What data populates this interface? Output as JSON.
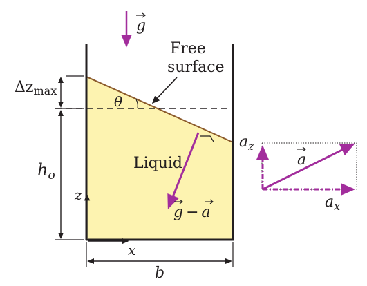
{
  "labels": {
    "gravity": "g",
    "free_line1": "Free",
    "free_line2": "surface",
    "theta": "θ",
    "dz_delta": "Δz",
    "dz_sub": "max",
    "h_main": "h",
    "h_sub": "o",
    "z_axis": "z",
    "x_axis": "x",
    "liquid": "Liquid",
    "g_minus_a_g": "g",
    "g_minus_a_op": "−",
    "g_minus_a_a": "a",
    "width": "b",
    "az_main": "a",
    "az_sub": "z",
    "a_vec": "a",
    "ax_main": "a",
    "ax_sub": "x"
  },
  "colors": {
    "liquid_fill": "#fdf3b0",
    "free_surface": "#8b5a2b",
    "vector": "#a22d9c",
    "line": "#231f20"
  }
}
